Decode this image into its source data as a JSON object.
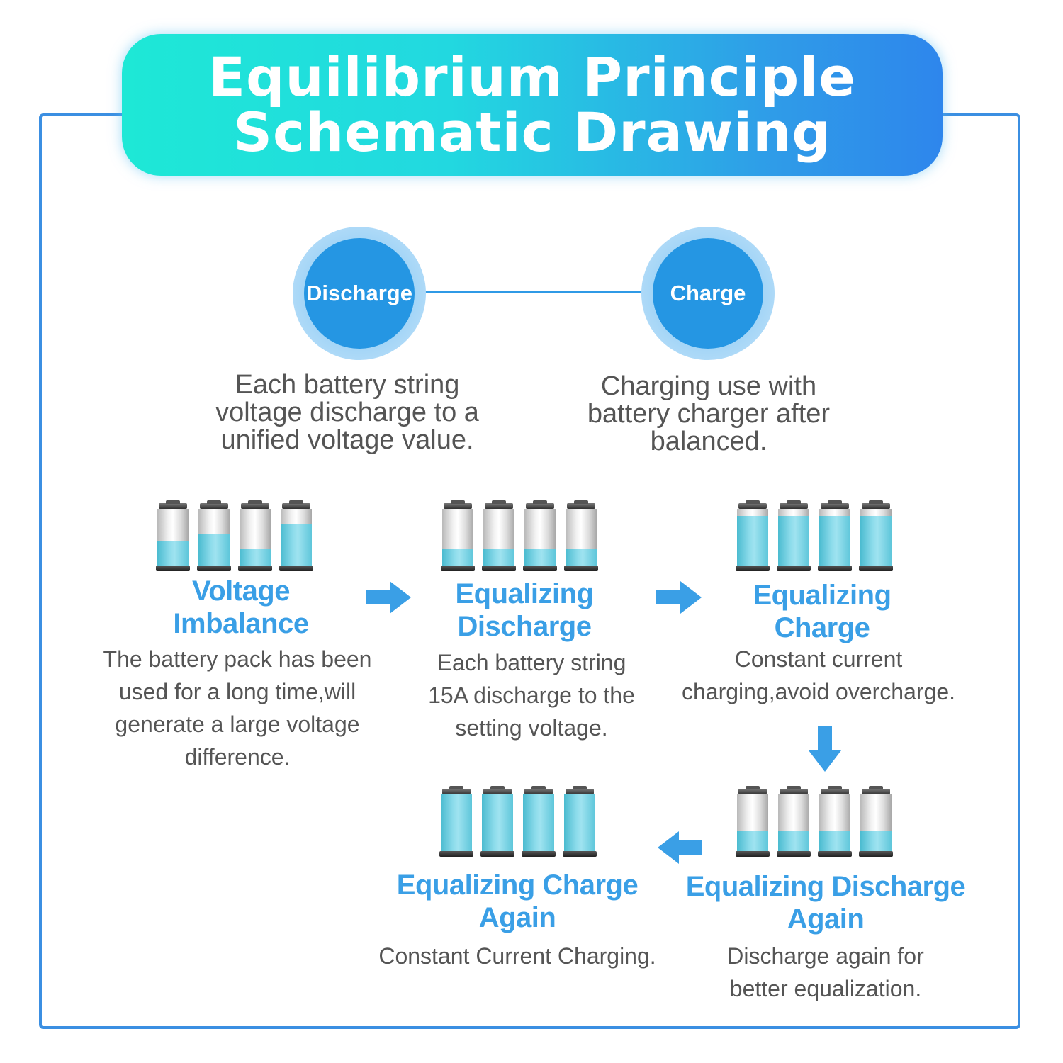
{
  "title": {
    "line1": "Equilibrium Principle",
    "line2": "Schematic Drawing"
  },
  "modes": {
    "discharge": {
      "label": "Discharge",
      "description": "Each battery string\nvoltage discharge to a\nunified voltage value."
    },
    "charge": {
      "label": "Charge",
      "description": "Charging use with\nbattery charger after\nbalanced."
    }
  },
  "colors": {
    "accent": "#3a9fe6",
    "frame": "#3b8fe2",
    "banner_start": "#1ee8d6",
    "banner_end": "#2e86ec",
    "battery_fill": "#8ddceb",
    "text": "#555555"
  },
  "steps": [
    {
      "title": "Voltage\nImbalance",
      "description": "The battery pack has been\nused for a long time,will\ngenerate a large voltage\ndifference.",
      "battery_levels": [
        0.42,
        0.55,
        0.3,
        0.72
      ]
    },
    {
      "title": "Equalizing\nDischarge",
      "description": "Each battery string\n15A  discharge to the\nsetting voltage.",
      "battery_levels": [
        0.3,
        0.3,
        0.3,
        0.3
      ]
    },
    {
      "title": "Equalizing\nCharge",
      "description": "Constant current\ncharging,avoid overcharge.",
      "battery_levels": [
        0.88,
        0.88,
        0.88,
        0.88
      ]
    },
    {
      "title": "Equalizing Discharge\nAgain",
      "description": "Discharge again for\nbetter equalization.",
      "battery_levels": [
        0.35,
        0.35,
        0.35,
        0.35
      ]
    },
    {
      "title": "Equalizing Charge\nAgain",
      "description": "Constant Current Charging.",
      "battery_levels": [
        1.0,
        1.0,
        1.0,
        1.0
      ]
    }
  ],
  "arrows": [
    "arrow-right-icon",
    "arrow-right-icon",
    "arrow-down-icon",
    "arrow-left-icon"
  ]
}
